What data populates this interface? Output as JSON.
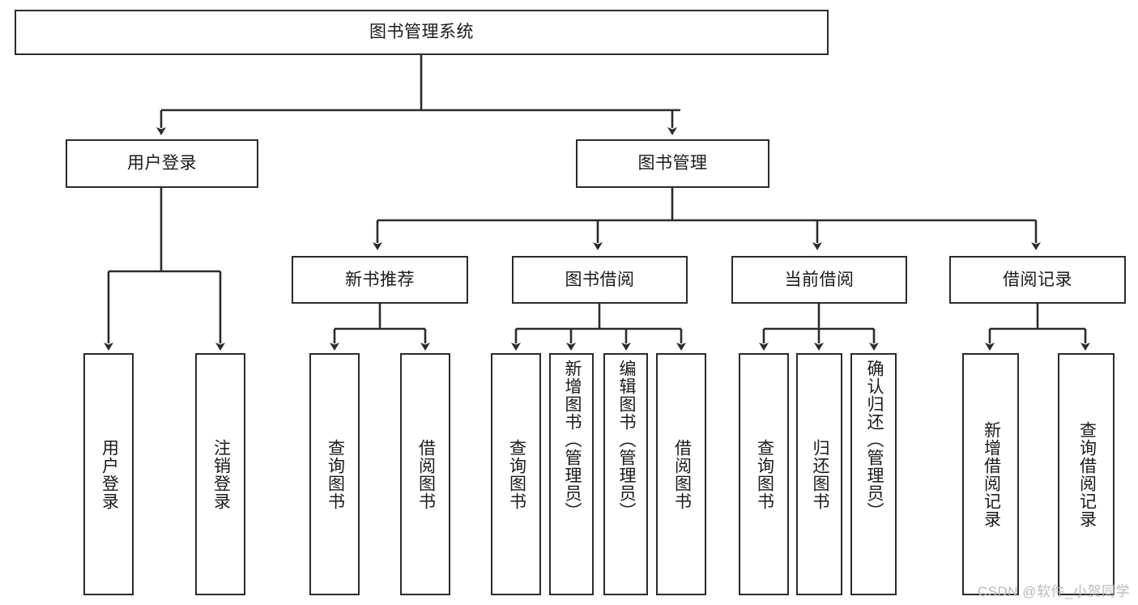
{
  "diagram": {
    "title_node": {
      "label": "图书管理系统"
    },
    "level2": [
      {
        "label": "用户登录"
      },
      {
        "label": "图书管理"
      }
    ],
    "level3": [
      {
        "label": "新书推荐"
      },
      {
        "label": "图书借阅"
      },
      {
        "label": "当前借阅"
      },
      {
        "label": "借阅记录"
      }
    ],
    "leaves": {
      "user_login": [
        {
          "label": "用户登录"
        },
        {
          "label": "注销登录"
        }
      ],
      "new_book_recommend": [
        {
          "label": "查询图书"
        },
        {
          "label": "借阅图书"
        }
      ],
      "book_borrow": [
        {
          "label": "查询图书"
        },
        {
          "label": "新增图书（管理员）"
        },
        {
          "label": "编辑图书（管理员）"
        },
        {
          "label": "借阅图书"
        }
      ],
      "current_borrow": [
        {
          "label": "查询图书"
        },
        {
          "label": "归还图书"
        },
        {
          "label": "确认归还（管理员）"
        }
      ],
      "borrow_record": [
        {
          "label": "新增借阅记录"
        },
        {
          "label": "查询借阅记录"
        }
      ]
    }
  },
  "watermark": {
    "text": "CSDN @软件_小贺同学"
  },
  "colors": {
    "stroke": "#2b2b2b",
    "background": "#ffffff",
    "text": "#1a1a1a",
    "watermark": "#b9b9b9"
  }
}
